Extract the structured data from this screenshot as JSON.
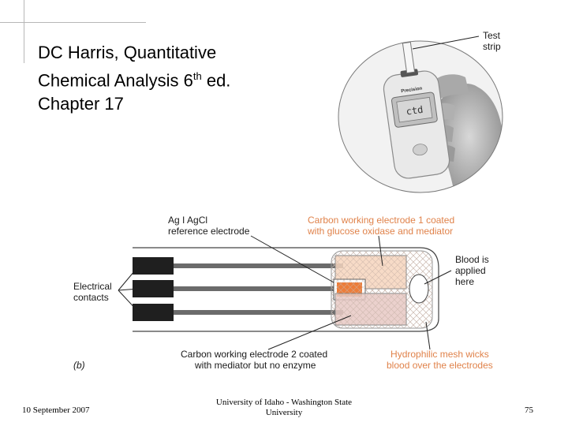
{
  "title": {
    "line1": "DC Harris, Quantitative",
    "line2_prefix": "Chemical Analysis 6",
    "line2_sup": "th",
    "line2_suffix": " ed.",
    "line3": "Chapter 17"
  },
  "photo": {
    "test_strip_label_1": "Test",
    "test_strip_label_2": "strip",
    "brand_text": "Precision",
    "display_text": "ctd"
  },
  "diagram": {
    "ref_electrode_1": "Ag I AgCl",
    "ref_electrode_2": "reference electrode",
    "carbon_1_line1": "Carbon working electrode 1 coated",
    "carbon_1_line2": "with glucose oxidase and mediator",
    "blood_line1": "Blood is",
    "blood_line2": "applied",
    "blood_line3": "here",
    "contacts_line1": "Electrical",
    "contacts_line2": "contacts",
    "carbon_2_line1": "Carbon working electrode 2 coated",
    "carbon_2_line2": "with mediator but no enzyme",
    "mesh_line1": "Hydrophilic mesh wicks",
    "mesh_line2": "blood over the electrodes",
    "panel_label": "(b)"
  },
  "footer": {
    "date": "10 September 2007",
    "center_line1": "University of Idaho - Washington State",
    "center_line2": "University",
    "page": "75"
  },
  "colors": {
    "orange_text": "#e0824a",
    "electrode1_fill": "#f6d5bd",
    "electrode2_fill": "#e7c9c4",
    "ref_fill": "#ec7d3a"
  }
}
